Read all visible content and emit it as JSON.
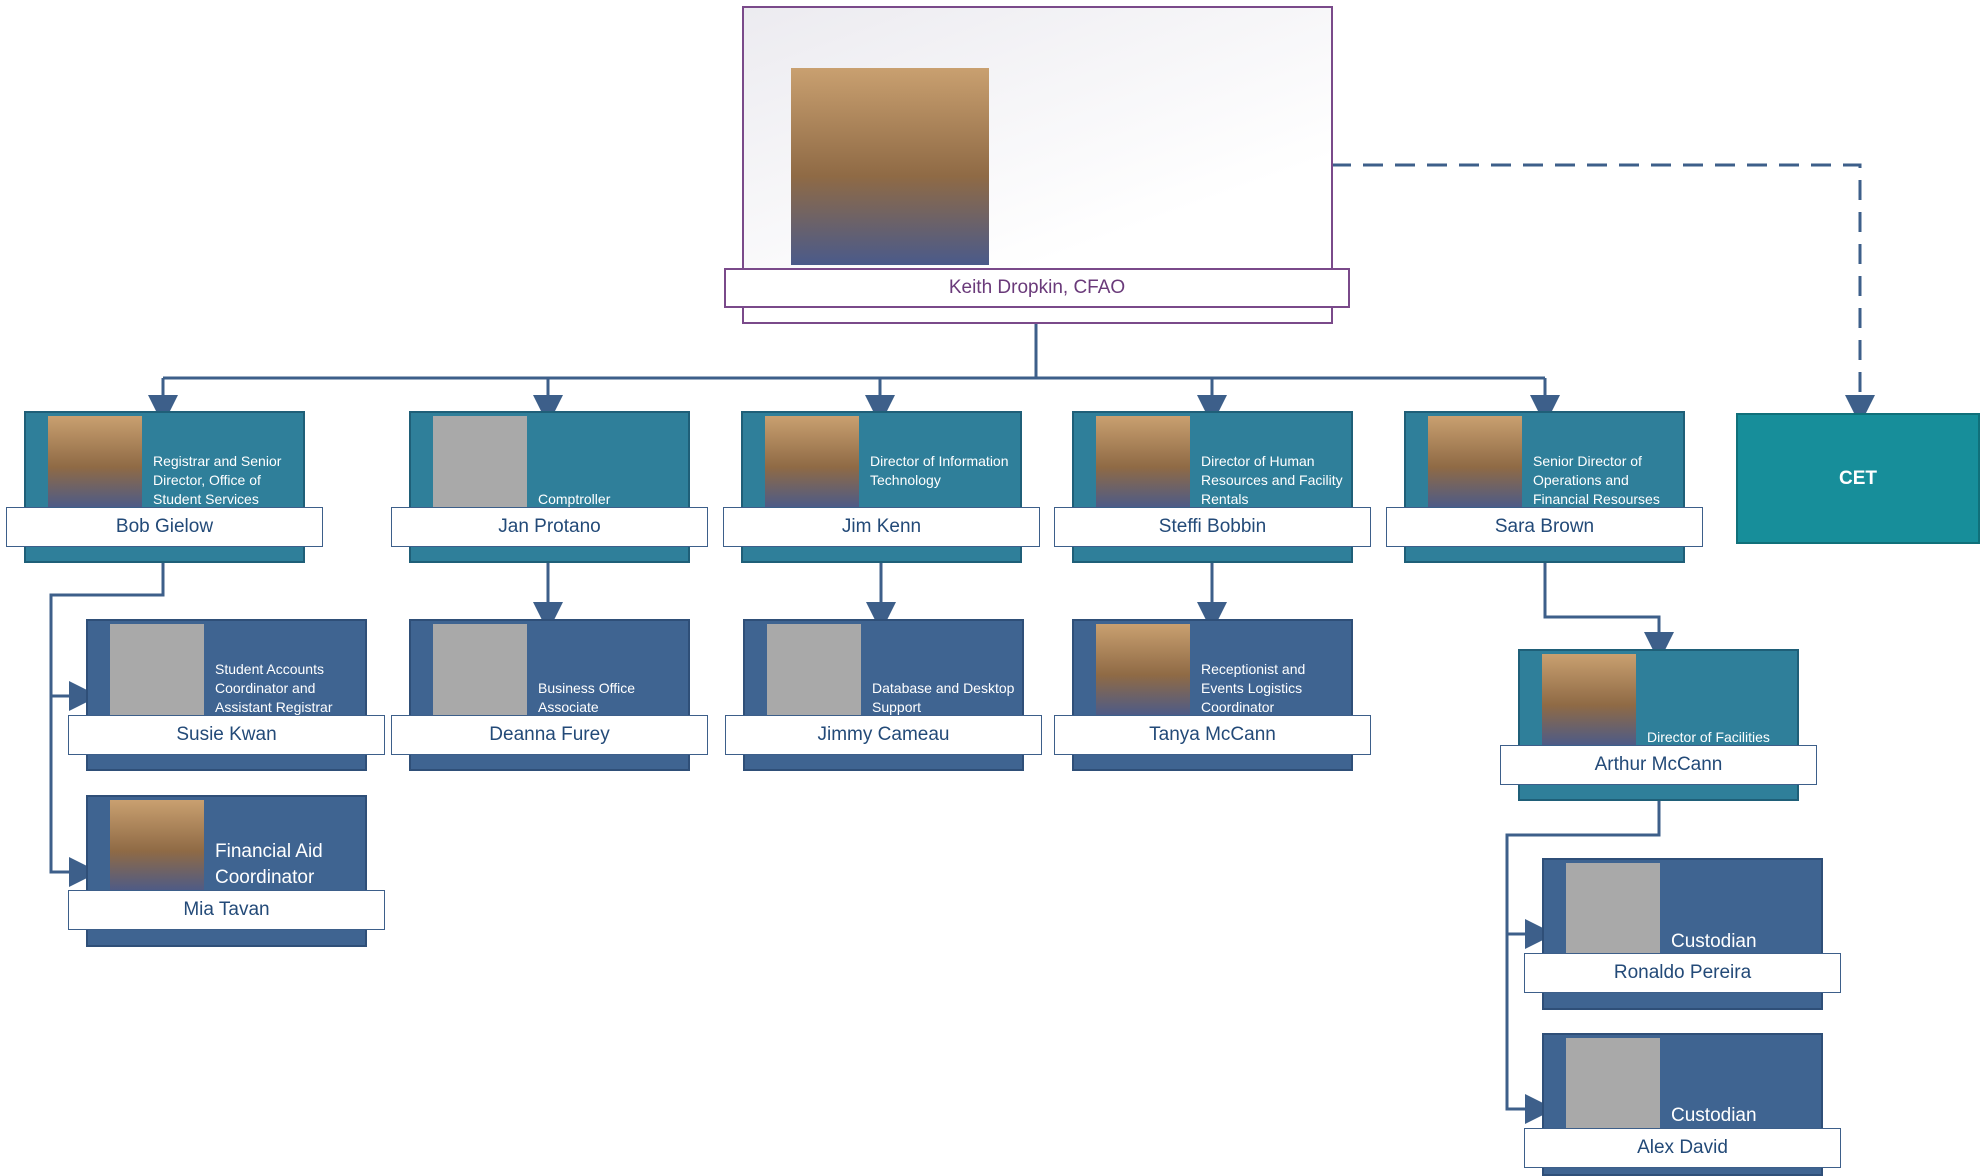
{
  "executive": {
    "name": "Keith Dropkin, CFAO"
  },
  "cet": {
    "label": "CET"
  },
  "managers": [
    {
      "id": "bob",
      "name": "Bob Gielow",
      "title": "Registrar and Senior Director, Office of Student Services"
    },
    {
      "id": "jan",
      "name": "Jan Protano",
      "title": "Comptroller"
    },
    {
      "id": "jim",
      "name": "Jim Kenn",
      "title": "Director of Information Technology"
    },
    {
      "id": "steffi",
      "name": "Steffi Bobbin",
      "title": "Director of Human Resources and Facility Rentals"
    },
    {
      "id": "sara",
      "name": "Sara Brown",
      "title": "Senior Director of Operations and Financial Resourses"
    }
  ],
  "staff": [
    {
      "id": "susie",
      "name": "Susie Kwan",
      "title": "Student Accounts Coordinator and Assistant Registrar"
    },
    {
      "id": "mia",
      "name": "Mia Tavan",
      "title": "Financial Aid Coordinator"
    },
    {
      "id": "deanna",
      "name": "Deanna Furey",
      "title": "Business Office Associate"
    },
    {
      "id": "jimmy",
      "name": "Jimmy Cameau",
      "title": "Database and Desktop Support"
    },
    {
      "id": "tanya",
      "name": "Tanya McCann",
      "title": "Receptionist and Events Logistics Coordinator"
    },
    {
      "id": "arthur",
      "name": "Arthur McCann",
      "title": "Director of Facilities"
    },
    {
      "id": "ronaldo",
      "name": "Ronaldo Pereira",
      "title": "Custodian"
    },
    {
      "id": "alex",
      "name": "Alex David",
      "title": "Custodian"
    }
  ],
  "colors": {
    "teal": "#2f7f9a",
    "blue": "#3f6491",
    "exec_border": "#7a4a8a",
    "cet": "#178e9a",
    "connector": "#3d5f8a"
  }
}
